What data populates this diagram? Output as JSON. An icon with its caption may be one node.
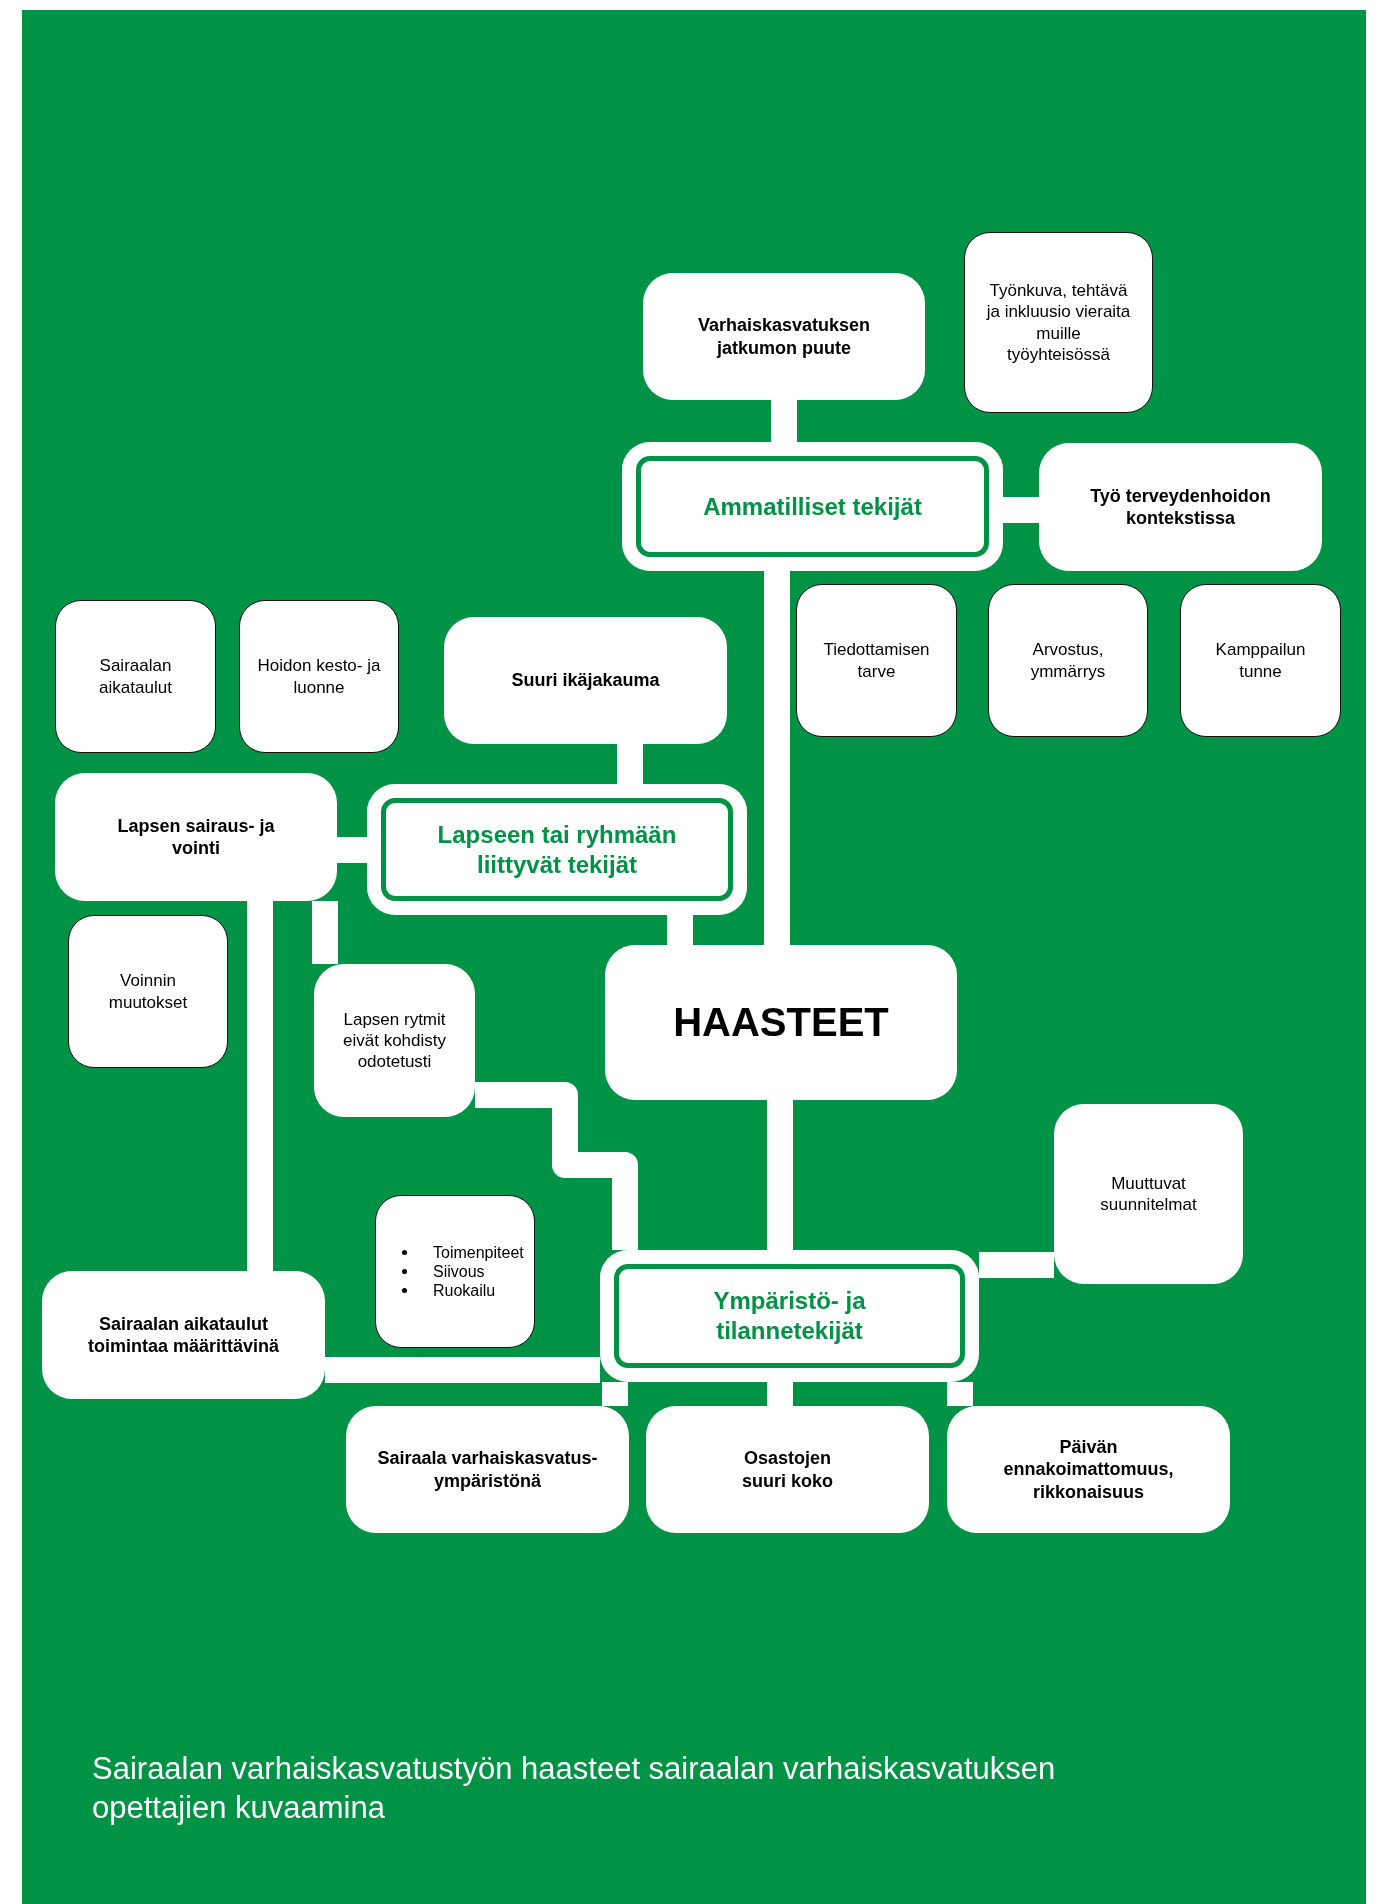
{
  "diagram": {
    "caption": "Sairaalan varhaiskasvatustyön haasteet sairaalan varhaiskasvatuksen opettajien kuvaamina",
    "nodes": [
      {
        "text": [
          "HAASTEET"
        ]
      },
      {
        "text": [
          "Ammatilliset tekijät"
        ]
      },
      {
        "text": [
          "Varhaiskasvatuksen jatkumon puute"
        ]
      },
      {
        "text": [
          "Työnkuva, tehtävä ja inkluusio vieraita muille työyhteisössä"
        ]
      },
      {
        "text": [
          "Työ terveydenhoidon kontekstissa"
        ]
      },
      {
        "text": [
          "Tiedottamisen tarve"
        ]
      },
      {
        "text": [
          "Arvostus, ymmärrys"
        ]
      },
      {
        "text": [
          "Kamppailun tunne"
        ]
      },
      {
        "text": [
          "Sairaalan aikataulut"
        ]
      },
      {
        "text": [
          "Hoidon kesto- ja luonne"
        ]
      },
      {
        "text": [
          "Suuri ikäjakauma"
        ]
      },
      {
        "text": [
          "Lapseen tai ryhmään liittyvät tekijät"
        ]
      },
      {
        "text": [
          "Lapsen sairaus- ja vointi"
        ]
      },
      {
        "text": [
          "Voinnin muutokset"
        ]
      },
      {
        "text": [
          "Lapsen rytmit eivät kohdisty odotetusti"
        ]
      },
      {
        "text": [
          "Toimenpiteet",
          "Siivous",
          "Ruokailu"
        ]
      },
      {
        "text": [
          "Sairaalan aikataulut toimintaa määrittävinä"
        ]
      },
      {
        "text": [
          "Ympäristö- ja tilannetekijät"
        ]
      },
      {
        "text": [
          "Muuttuvat suunnitelmat"
        ]
      },
      {
        "text": [
          "Sairaala varhaiskasvatus-ympäristönä"
        ]
      },
      {
        "text": [
          "Osastojen suuri koko"
        ]
      },
      {
        "text": [
          "Päivän ennakoimattomuus, rikkonaisuus"
        ]
      }
    ],
    "edges": [
      {
        "from": 0,
        "to": 1,
        "arrow": "none"
      },
      {
        "from": 0,
        "to": 11,
        "arrow": "none"
      },
      {
        "from": 0,
        "to": 17,
        "arrow": "none"
      },
      {
        "from": 1,
        "to": 2,
        "arrow": "none"
      },
      {
        "from": 1,
        "to": 4,
        "arrow": "none"
      },
      {
        "from": 11,
        "to": 10,
        "arrow": "none"
      },
      {
        "from": 11,
        "to": 12,
        "arrow": "none"
      },
      {
        "from": 12,
        "to": 16,
        "arrow": "none"
      },
      {
        "from": 12,
        "to": 14,
        "arrow": "none"
      },
      {
        "from": 14,
        "to": 17,
        "arrow": "none"
      },
      {
        "from": 17,
        "to": 18,
        "arrow": "none"
      },
      {
        "from": 17,
        "to": 16,
        "arrow": "none"
      },
      {
        "from": 17,
        "to": 19,
        "arrow": "none"
      },
      {
        "from": 17,
        "to": 20,
        "arrow": "none"
      },
      {
        "from": 17,
        "to": 21,
        "arrow": "none"
      }
    ]
  }
}
